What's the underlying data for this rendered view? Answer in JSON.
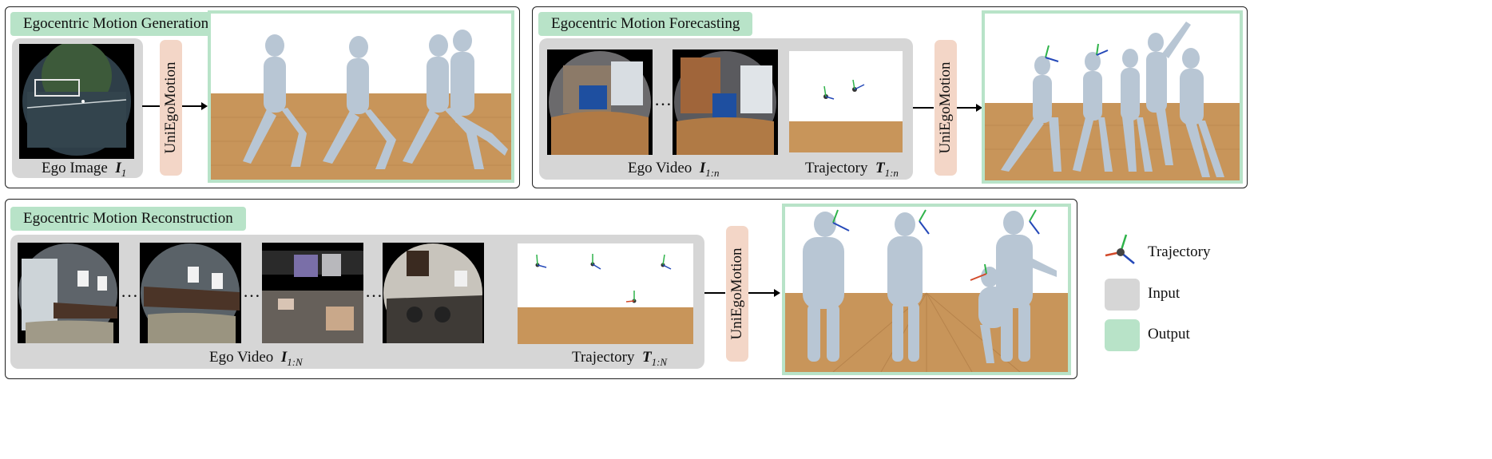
{
  "generation": {
    "title": "Egocentric Motion Generation",
    "input_label": "Ego Image",
    "input_symbol": "I",
    "input_sub": "1",
    "model": "UniEgoMotion"
  },
  "forecasting": {
    "title": "Egocentric Motion Forecasting",
    "video_label": "Ego Video",
    "video_symbol": "I",
    "video_sub": "1:n",
    "traj_label": "Trajectory",
    "traj_symbol": "T",
    "traj_sub": "1:n",
    "ellipsis": "…",
    "model": "UniEgoMotion"
  },
  "reconstruction": {
    "title": "Egocentric Motion Reconstruction",
    "video_label": "Ego Video",
    "video_symbol": "I",
    "video_sub": "1:N",
    "traj_label": "Trajectory",
    "traj_symbol": "T",
    "traj_sub": "1:N",
    "ellipsis": "…",
    "model": "UniEgoMotion"
  },
  "legend": {
    "trajectory": "Trajectory",
    "input": "Input",
    "output": "Output"
  },
  "colors": {
    "input_gray": "#d6d6d6",
    "output_green": "#b8e3c8",
    "model_peach": "#f3d6c7",
    "floor_wood": "#c8955a"
  }
}
